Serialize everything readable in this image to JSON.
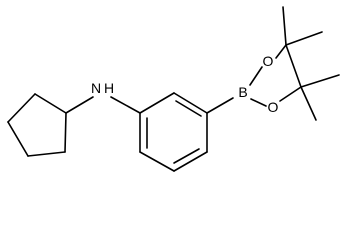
{
  "molecule": {
    "atoms": {
      "nitrogen": "N",
      "hydrogen": "H",
      "boron": "B",
      "oxygen_top": "O",
      "oxygen_bottom": "O"
    }
  },
  "colors": {
    "bond": "#000000",
    "text": "#000000",
    "background": "#ffffff"
  }
}
